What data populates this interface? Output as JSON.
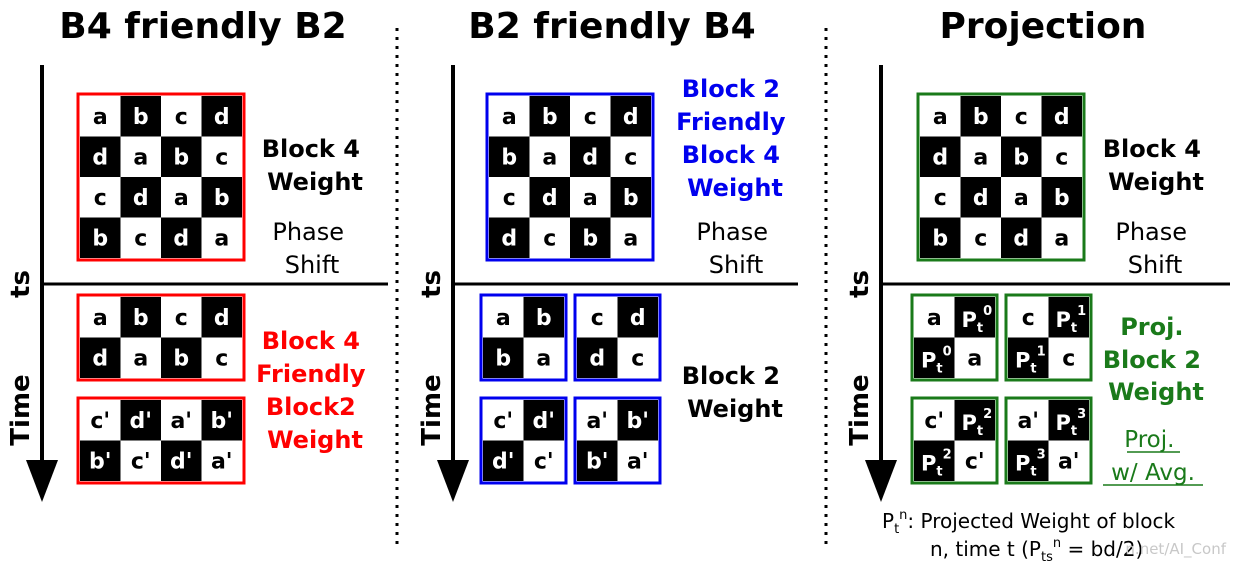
{
  "panels": [
    {
      "title": "B4 friendly B2"
    },
    {
      "title": "B2 friendly B4"
    },
    {
      "title": "Projection"
    }
  ],
  "axis": {
    "ts": "ts",
    "time": "Time"
  },
  "labels": {
    "block4_weight": [
      "Block 4",
      "Weight"
    ],
    "phase_shift": [
      "Phase",
      "Shift"
    ],
    "b4_friendly_b2": [
      "Block 4",
      "Friendly",
      "Block2",
      "Weight"
    ],
    "b2_friendly_b4": [
      "Block 2",
      "Friendly",
      "Block 4",
      "Weight"
    ],
    "block2_weight": [
      "Block 2",
      "Weight"
    ],
    "proj_block2": [
      "Proj.",
      "Block 2",
      "Weight"
    ],
    "proj_avg": [
      "Proj.",
      "w/ Avg."
    ],
    "footnote_p": "P",
    "footnote_t": "t",
    "footnote_n": "n",
    "footnote_line1": ": Projected Weight of block",
    "footnote_line2a": "n, time t (P",
    "footnote_ts": "ts",
    "footnote_line2b": " = bd/2)",
    "watermark": "n.net/AI_Conf"
  },
  "grids": {
    "block4": [
      "a",
      "b",
      "c",
      "d",
      "d",
      "a",
      "b",
      "c",
      "c",
      "d",
      "a",
      "b",
      "b",
      "c",
      "d",
      "a"
    ],
    "block4_b2f": [
      "a",
      "b",
      "c",
      "d",
      "b",
      "a",
      "d",
      "c",
      "c",
      "d",
      "a",
      "b",
      "d",
      "c",
      "b",
      "a"
    ],
    "b4f_top": [
      "a",
      "b",
      "c",
      "d",
      "d",
      "a",
      "b",
      "c"
    ],
    "b4f_bottom": [
      "c'",
      "d'",
      "a'",
      "b'",
      "b'",
      "c'",
      "d'",
      "a'"
    ],
    "b2_blocks": [
      [
        "a",
        "b",
        "b",
        "a"
      ],
      [
        "c",
        "d",
        "d",
        "c"
      ],
      [
        "c'",
        "d'",
        "d'",
        "c'"
      ],
      [
        "a'",
        "b'",
        "b'",
        "a'"
      ]
    ],
    "proj_blocks": [
      {
        "letter": "a",
        "sup": "0"
      },
      {
        "letter": "c",
        "sup": "1"
      },
      {
        "letter": "c'",
        "sup": "2"
      },
      {
        "letter": "a'",
        "sup": "3"
      }
    ],
    "proj_p": "P",
    "proj_t": "t"
  },
  "colors": {
    "red": "#ff0000",
    "blue": "#0000ee",
    "green": "#1a7a1a",
    "black": "#000000"
  }
}
